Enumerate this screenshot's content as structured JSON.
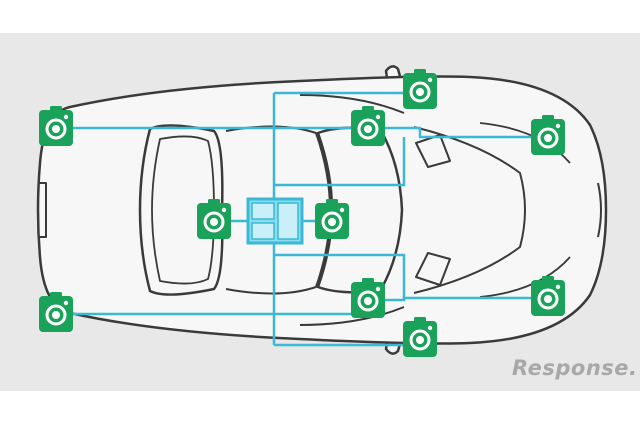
{
  "diagram": {
    "title": "",
    "colors": {
      "background": "#e8e8e8",
      "car_body": "#f7f7f7",
      "car_outline": "#3a3a3a",
      "wiring": "#3bb8d4",
      "camera": "#1ba25a",
      "ecu_fill": "#8adcef"
    },
    "vehicle": {
      "label": "",
      "icon": "car-top-view-icon"
    },
    "controller": {
      "label": "",
      "icon": "ecu-box-icon"
    },
    "cameras": [
      {
        "id": "front-left-corner",
        "icon": "camera-icon"
      },
      {
        "id": "front-right-corner",
        "icon": "camera-icon"
      },
      {
        "id": "left-mirror",
        "icon": "camera-icon"
      },
      {
        "id": "right-mirror",
        "icon": "camera-icon"
      },
      {
        "id": "front-left-upper",
        "icon": "camera-icon"
      },
      {
        "id": "front-right-lower",
        "icon": "camera-icon"
      },
      {
        "id": "rear-left",
        "icon": "camera-icon"
      },
      {
        "id": "rear-right",
        "icon": "camera-icon"
      },
      {
        "id": "cabin-rear",
        "icon": "camera-icon"
      },
      {
        "id": "cabin-front",
        "icon": "camera-icon"
      }
    ]
  },
  "watermark": {
    "text": "Response."
  }
}
